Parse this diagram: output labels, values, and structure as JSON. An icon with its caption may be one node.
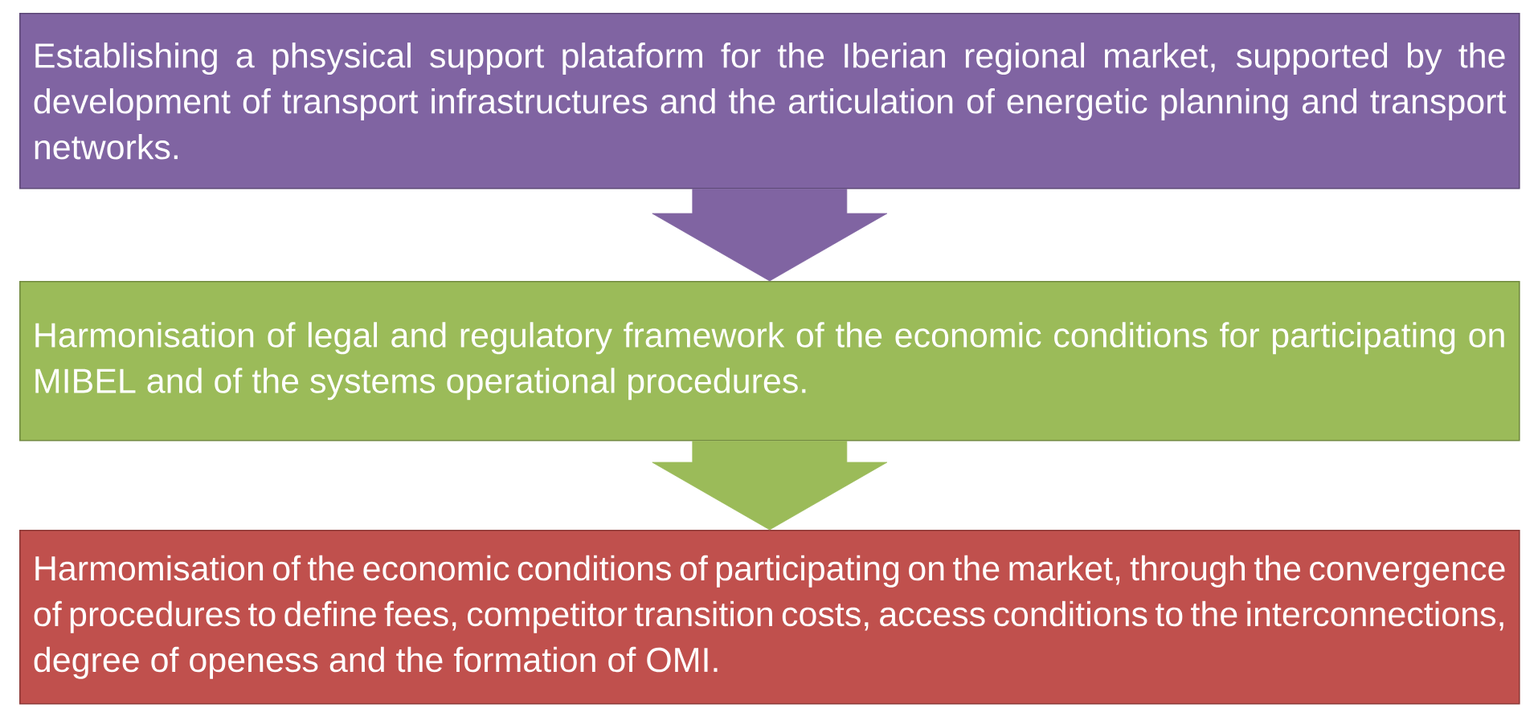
{
  "diagram": {
    "nodes": [
      {
        "text": [
          "Establishing a phsysical support plataform for the Iberian regional market, supported by the development of transport infrastructures and the articulation of energetic planning and transport networks."
        ]
      },
      {
        "text": [
          "Harmonisation of legal and regulatory framework of the economic conditions for participating on MIBEL and of the systems operational procedures."
        ]
      },
      {
        "text": [
          "Harmomisation of the economic conditions of participating on the market, through the convergence of procedures to define fees, competitor transition costs, access conditions to the interconnections, degree of openess and the formation of OMI."
        ]
      }
    ],
    "edges": [
      {
        "from": 0,
        "to": 1,
        "arrow": "to",
        "color": "#8064a2"
      },
      {
        "from": 1,
        "to": 2,
        "arrow": "to",
        "color": "#9bbb59"
      }
    ]
  }
}
